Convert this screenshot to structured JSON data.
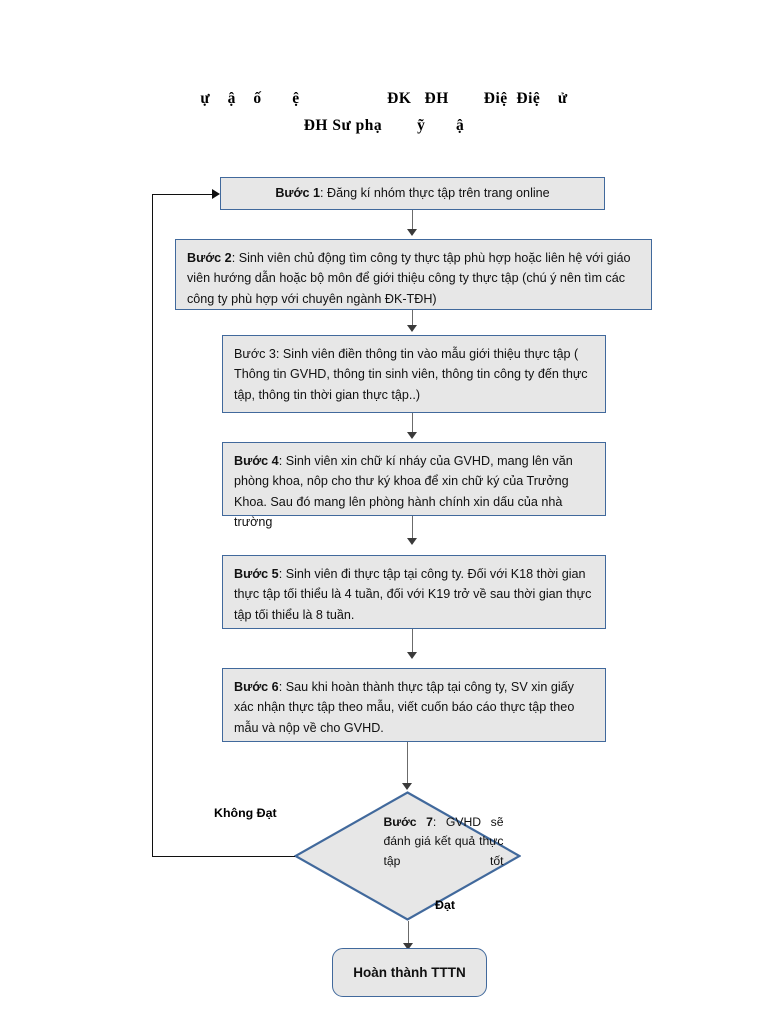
{
  "title": {
    "line1": "ự    ậ    ố       ệ                    ĐK   ĐH        Điệ  Điệ    ử",
    "line2": "ĐH Sư phạ        ỹ       ậ"
  },
  "flow": {
    "steps": [
      {
        "id": "step-1",
        "lead": "Bước 1",
        "sep": ":  ",
        "text": "Đăng kí nhóm thực tập trên trang online"
      },
      {
        "id": "step-2",
        "lead": "Bước 2",
        "sep": ": ",
        "text": "Sinh viên chủ động tìm công ty thực tập phù hợp hoặc liên hệ với giáo viên hướng dẫn hoặc bộ môn để giới thiệu công ty thực tập (chú ý nên tìm các công ty phù hợp với chuyên ngành ĐK-TĐH)"
      },
      {
        "id": "step-3",
        "lead": "Bước 3",
        "sep": ": ",
        "text": "Sinh viên điền thông tin vào mẫu giới thiệu thực tập ( Thông tin GVHD, thông tin sinh viên, thông tin công ty đến thực tập, thông tin thời gian thực tập..)"
      },
      {
        "id": "step-4",
        "lead": "Bước 4",
        "sep": ": ",
        "text": "Sinh viên xin chữ kí nháy của GVHD,  mang  lên văn phòng khoa, nôp cho thư ký khoa để xin chữ ký của Trưởng Khoa. Sau đó mang lên phòng hành chính xin dấu của nhà trường"
      },
      {
        "id": "step-5",
        "lead": "Bước 5",
        "sep": ": ",
        "text": "Sinh viên đi thực tập tại công ty. Đối với K18 thời gian thực tập tối thiểu là 4 tuần, đối với K19 trở về sau thời gian thực tập tối thiểu là 8 tuần."
      },
      {
        "id": "step-6",
        "lead": "Bước 6",
        "sep": ": ",
        "text": "Sau khi hoàn thành thực tập tại công ty, SV xin giấy xác nhận thực tập theo mẫu, viết cuốn báo cáo thực tập theo mẫu và nộp về cho GVHD."
      }
    ],
    "decision": {
      "id": "step-7",
      "lead": "Bước 7",
      "sep": ":  ",
      "text": "GVHD sẽ đánh giá kết quả thực tập tốt"
    },
    "terminator": {
      "id": "end",
      "label": "Hoàn thành TTTN"
    },
    "edge_labels": {
      "fail": "Không Đạt",
      "pass": "Đạt"
    }
  },
  "colors": {
    "node_fill": "#e7e7e7",
    "node_border": "#41699c",
    "connector": "#6b6b6b",
    "loop_line": "#101010"
  }
}
